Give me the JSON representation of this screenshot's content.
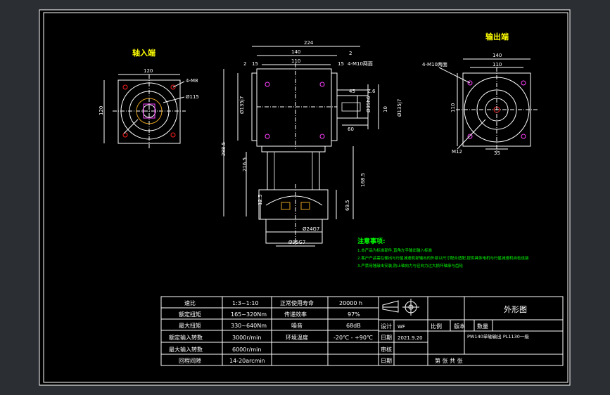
{
  "colors": {
    "frame_bg": "#2b2f34",
    "paper": "#000000",
    "line": "#ffffff",
    "dim": "#ffffff",
    "hidden": "#c8c8c8",
    "title_yellow": "#ffff00",
    "note_green": "#00ff00",
    "accent_red": "#ff2020",
    "accent_orange": "#e0a020",
    "accent_magenta": "#ff40ff"
  },
  "views": {
    "input_title": "轴入端",
    "output_title": "输出端",
    "input": {
      "dim_width": "120",
      "dim_height": "120",
      "dim_bolts": "4-M8",
      "dim_pcd": "Ø115"
    },
    "front": {
      "dim_total": "224",
      "dim_140": "140",
      "dim_110": "110",
      "dim_15a": "15",
      "dim_15b": "15",
      "dim_2a": "2",
      "dim_2b": "2",
      "dim_bolts": "4-M10两面",
      "dim_45": "45",
      "dim_z6": "Z.6",
      "dim_key": "10",
      "dim_shaft": "Ø35h6",
      "dim_60": "60",
      "dim_box": "Ø135j7",
      "dim_left_pilot": "Ø135j7",
      "dim_288": "288.5",
      "dim_216": "216.5",
      "dim_168": "168.5",
      "dim_125": "12.5",
      "dim_695": "69.5",
      "dim_bottom1": "Ø24G7",
      "dim_bottom2": "Ø95G7"
    },
    "output": {
      "dim_140": "140",
      "dim_110": "110",
      "dim_bolts": "4-M10两面",
      "dim_side": "110",
      "dim_m12": "M12",
      "dim_35": "35"
    }
  },
  "notes": {
    "title": "注意事项:",
    "items": [
      "1.本产品为标准部件,直角左手输出输入标准",
      "2.客户产品需在输出与行星减速机部输出的外部以尺寸配合适配,提供具体电机与行星减速机自检连接",
      "3.严禁用锤敲击安装,防止轴向力与径向力过大损坏轴承与齿轮"
    ]
  },
  "spec_table": {
    "rows": [
      [
        "速比",
        "1:3~1:10",
        "正常使用寿命",
        "20000 h"
      ],
      [
        "额定扭矩",
        "165~320Nm",
        "传递效率",
        "97%"
      ],
      [
        "最大扭矩",
        "330~640Nm",
        "噪音",
        "68dB"
      ],
      [
        "额定输入转数",
        "3000r/min",
        "环境温度",
        "-20℃ - +90℃"
      ],
      [
        "最大输入转数",
        "6000r/min",
        "",
        ""
      ],
      [
        "回程间隙",
        "14-20arcmin",
        "",
        ""
      ]
    ]
  },
  "title_block": {
    "drawing_name": "外形图",
    "design_label": "设计",
    "design_value": "WF",
    "date_label": "日期",
    "date_value": "2021.9.20",
    "scale_label": "比例",
    "version_label": "版本",
    "quantity_label": "数量",
    "part_name": "PW140单轴输出 PL1130一级",
    "review_label": "审核",
    "date2_label": "日期",
    "sheet_text": "第   张   共   张"
  }
}
